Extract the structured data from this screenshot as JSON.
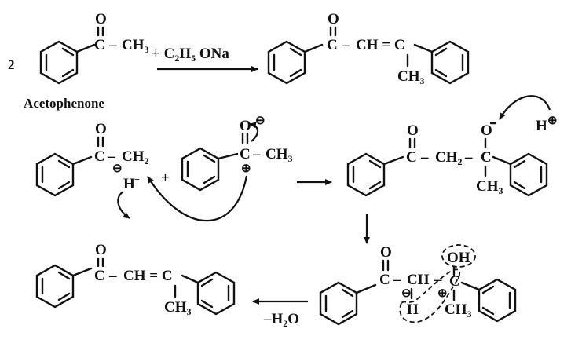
{
  "colors": {
    "ink": "#111111",
    "background": "#ffffff"
  },
  "reaction": {
    "coefficient": "2",
    "reactant_name": "Acetophenone",
    "reagent": {
      "main": "+ C",
      "s1": "2",
      "mid": "H",
      "s2": "5",
      "tail": " ONa"
    }
  },
  "labels": {
    "O": "O",
    "C": "C",
    "dash": "–",
    "CH3": {
      "main": "CH",
      "sub": "3"
    },
    "CH2": {
      "main": "CH",
      "sub": "2"
    },
    "CH_eq_C": "CH = C",
    "CH": "CH",
    "Hplus": "H",
    "plus_sign": "+",
    "OH": "OH",
    "H": "H",
    "minus_water": {
      "main": "–H",
      "sub": "2",
      "tail": "O"
    },
    "plus_charge": "⊕",
    "minus_charge": "⊖",
    "O_minus": "O"
  }
}
